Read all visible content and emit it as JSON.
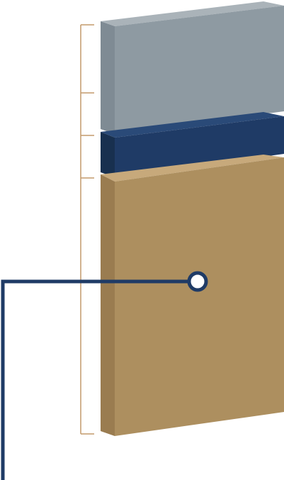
{
  "diagram": {
    "layers": [
      {
        "name": "top-layer",
        "colors": {
          "front": "#8e9aa2",
          "side": "#7f8b94",
          "top": "#aab3b9"
        }
      },
      {
        "name": "middle-layer",
        "colors": {
          "front": "#1f3b66",
          "side": "#18304f",
          "top": "#2a4a78"
        }
      },
      {
        "name": "bottom-layer",
        "colors": {
          "front": "#ad8f5f",
          "side": "#9a7c50",
          "top": "#c7a97b"
        }
      }
    ],
    "bracket_color": "#c49a6c",
    "callout": {
      "line_color": "#1f3b66",
      "marker_fill": "#ffffff"
    }
  }
}
